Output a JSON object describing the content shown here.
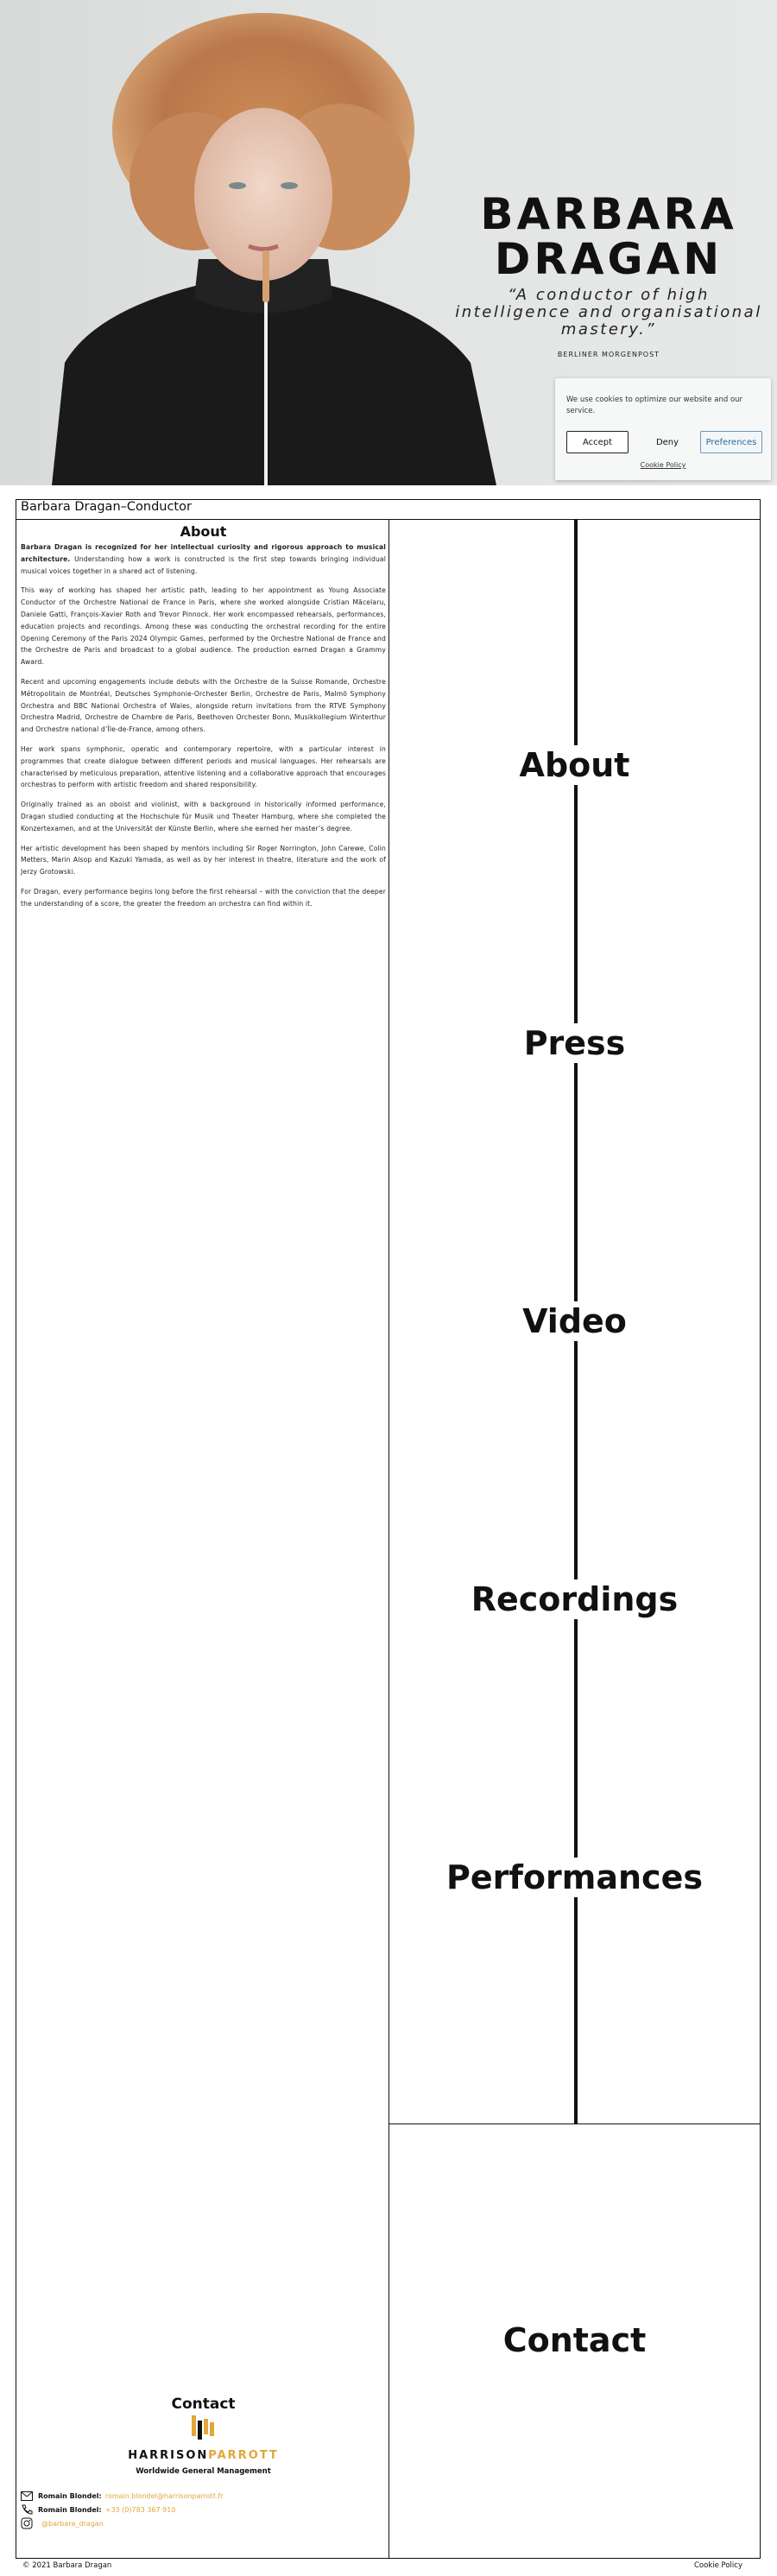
{
  "hero": {
    "name_line1": "BARBARA",
    "name_line2": "DRAGAN",
    "quote": "“A conductor of high intelligence and organisational mastery.”",
    "source": "BERLINER MORGENPOST"
  },
  "cookie": {
    "message": "We use cookies to optimize our website and our service.",
    "accept": "Accept",
    "deny": "Deny",
    "preferences": "Preferences",
    "policy": "Cookie Policy"
  },
  "site_title": "Barbara Dragan–Conductor",
  "about": {
    "heading": "About",
    "lead_bold": "Barbara Dragan is recognized for her intellectual curiosity and rigorous approach to musical architecture.",
    "lead_rest": " Understanding how a work is constructed is the first step towards bringing individual musical voices together in a shared act of listening.",
    "paragraphs": [
      "This way of working has shaped her artistic path, leading to her appointment as Young Associate Conductor of the Orchestre National de France in Paris, where she worked alongside Cristian Măcelaru, Daniele Gatti, François-Xavier Roth and Trevor Pinnock. Her work encompassed rehearsals, performances, education projects and recordings. Among these was conducting the orchestral recording for the entire Opening Ceremony of the Paris 2024 Olympic Games, performed by the Orchestre National de France and the Orchestre de Paris and broadcast to a global audience. The production earned Dragan a Grammy Award.",
      "Recent and upcoming engagements include debuts with the Orchestre de la Suisse Romande, Orchestre Métropolitain de Montréal, Deutsches Symphonie-Orchester Berlin, Orchestre de Paris, Malmö Symphony Orchestra and BBC National Orchestra of Wales, alongside return invitations from the RTVE Symphony Orchestra Madrid, Orchestre de Chambre de Paris, Beethoven Orchester Bonn, Musikkollegium Winterthur and Orchestre national d’Île-de-France, among others.",
      "Her work spans symphonic, operatic and contemporary repertoire, with a particular interest in programmes that create dialogue between different periods and musical languages. Her rehearsals are characterised by meticulous preparation, attentive listening and a collaborative approach that encourages orchestras to perform with artistic freedom and shared responsibility.",
      "Originally trained as an oboist and violinist, with a background in historically informed performance, Dragan studied conducting at the Hochschule für Musik und Theater Hamburg, where she completed the Konzertexamen, and at the Universität der Künste Berlin, where she earned her master’s degree.",
      "Her artistic development has been shaped by mentors including Sir Roger Norrington, John Carewe, Colin Metters, Marin Alsop and Kazuki Yamada, as well as by her interest in theatre, literature and the work of Jerzy Grotowski.",
      "For Dragan, every performance begins long before the first rehearsal – with the conviction that the deeper the understanding of a score, the greater the freedom an orchestra can find within it."
    ]
  },
  "nav": [
    "About",
    "Press",
    "Video",
    "Recordings",
    "Performances"
  ],
  "contact_nav": "Contact",
  "contact": {
    "heading": "Contact",
    "agency_a": "HARRISON",
    "agency_b": "PARROTT",
    "agency_sub": "Worldwide General Management",
    "rows": [
      {
        "icon": "mail-icon",
        "label": "Romain Blondel:",
        "value": "romain.blondel@harrisonparrott.fr"
      },
      {
        "icon": "phone-icon",
        "label": "Romain Blondel:",
        "value": "+33 (0)783 367 910"
      },
      {
        "icon": "instagram-icon",
        "label": "",
        "value": "@barbara_dragan"
      }
    ],
    "accent": "#e2a63a"
  },
  "footer": {
    "copyright": "© 2021 Barbara Dragan",
    "cookie_policy": "Cookie Policy"
  }
}
